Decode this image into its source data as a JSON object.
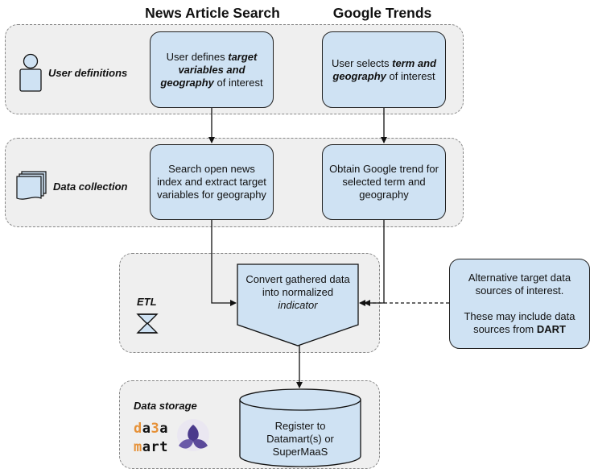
{
  "columns": {
    "left_title": "News Article Search",
    "right_title": "Google Trends"
  },
  "bands": {
    "user_definitions": "User definitions",
    "data_collection": "Data collection",
    "etl": "ETL",
    "data_storage": "Data storage"
  },
  "nodes": {
    "news_define": {
      "pre": "User defines ",
      "bold": "target variables and geography",
      "post": " of interest"
    },
    "trends_select": {
      "pre": "User selects ",
      "bold": "term and geography",
      "post": " of interest"
    },
    "news_search": {
      "text": "Search open news index and extract target variables for geography"
    },
    "trends_obtain": {
      "text": "Obtain Google trend for selected term and geography"
    },
    "etl_convert": {
      "pre": "Convert gathered data into normalized ",
      "italic": "indicator"
    },
    "alt_sources": {
      "line1": "Alternative target data sources of interest.",
      "line2_pre": "These may include data sources from ",
      "line2_bold": "DART"
    },
    "storage": {
      "text": "Register to Datamart(s) or SuperMaaS"
    }
  },
  "logo": {
    "row1": [
      "d",
      "a",
      "3",
      "a"
    ],
    "row2": [
      "m",
      "art"
    ]
  },
  "icons": [
    "user-icon",
    "documents-icon",
    "hourglass-icon",
    "datamart-logo-icon"
  ],
  "colors": {
    "node_fill": "#cfe2f3",
    "band_fill": "#efefef",
    "logo_orange": "#e69138",
    "logo_purple": "#5b4a9a"
  }
}
